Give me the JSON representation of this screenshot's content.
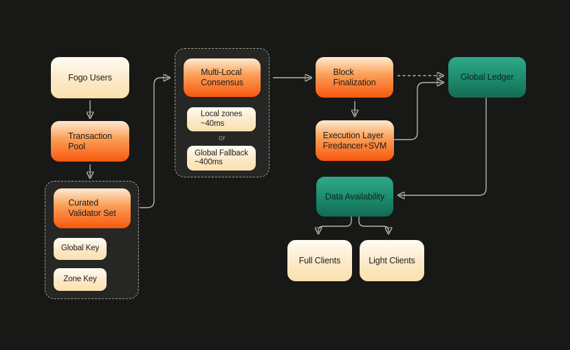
{
  "diagram": {
    "nodes": {
      "fogo_users": {
        "label": "Fogo Users",
        "color_style": "cream"
      },
      "transaction_pool": {
        "label": "Transaction\nPool",
        "color_style": "orange"
      },
      "curated_validator_set": {
        "label": "Curated\nValidator Set",
        "color_style": "orange"
      },
      "global_key": {
        "label": "Global Key",
        "color_style": "cream"
      },
      "zone_key": {
        "label": "Zone Key",
        "color_style": "cream"
      },
      "multi_local_consensus": {
        "label": "Multi-Local\nConsensus",
        "color_style": "orange"
      },
      "local_zones": {
        "label": "Local zones\n~40ms",
        "color_style": "cream"
      },
      "global_fallback": {
        "label": "Global Fallback\n~400ms",
        "color_style": "cream"
      },
      "block_finalization": {
        "label": "Block\nFinalization",
        "color_style": "orange"
      },
      "execution_layer": {
        "label": "Execution Layer\nFiredancer+SVM",
        "color_style": "orange"
      },
      "global_ledger": {
        "label": "Global Ledger",
        "color_style": "teal"
      },
      "data_availability": {
        "label": "Data Availability",
        "color_style": "teal"
      },
      "full_clients": {
        "label": "Full Clients",
        "color_style": "cream"
      },
      "light_clients": {
        "label": "Light Clients",
        "color_style": "cream"
      }
    },
    "labels": {
      "or": "or"
    },
    "edges": [
      {
        "from": "fogo_users",
        "to": "transaction_pool",
        "style": "solid"
      },
      {
        "from": "transaction_pool",
        "to": "curated_validator_set",
        "style": "solid"
      },
      {
        "from": "curated_validator_set",
        "to": "multi_local_consensus",
        "style": "solid"
      },
      {
        "from": "multi_local_consensus",
        "to": "block_finalization",
        "style": "solid"
      },
      {
        "from": "block_finalization",
        "to": "execution_layer",
        "style": "solid"
      },
      {
        "from": "block_finalization",
        "to": "global_ledger",
        "style": "dashed"
      },
      {
        "from": "execution_layer",
        "to": "global_ledger",
        "style": "solid"
      },
      {
        "from": "global_ledger",
        "to": "data_availability",
        "style": "solid"
      },
      {
        "from": "data_availability",
        "to": "full_clients",
        "style": "solid"
      },
      {
        "from": "data_availability",
        "to": "light_clients",
        "style": "solid"
      }
    ],
    "colors": {
      "background": "#181816",
      "group_fill": "#262624",
      "group_border": "#a0a09b",
      "orange_top": "#fdead2",
      "orange_bottom": "#f8570e",
      "cream_top": "#fefcf4",
      "cream_bottom": "#fbe1ae",
      "teal_top": "#2fa88a",
      "teal_bottom": "#136b53",
      "edge_line": "#b5b5b0",
      "text_dark": "#1d1d1a"
    }
  }
}
